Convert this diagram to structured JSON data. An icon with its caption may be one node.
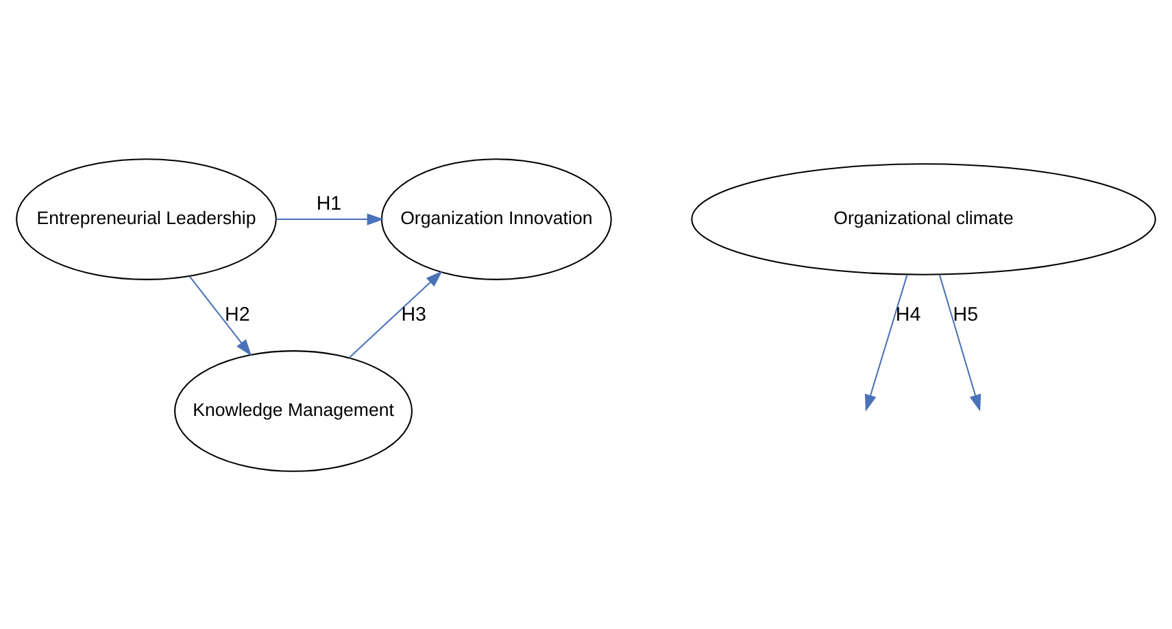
{
  "diagram": {
    "nodes": [
      {
        "text": [
          "Entrepreneurial Leadership"
        ]
      },
      {
        "text": [
          "Organization Innovation"
        ]
      },
      {
        "text": [
          "Knowledge Management"
        ]
      },
      {
        "text": [
          "Organizational climate"
        ]
      }
    ],
    "edges": [
      {
        "from": 0,
        "to": 1,
        "arrow": "to",
        "label": "H1"
      },
      {
        "from": 0,
        "to": 2,
        "arrow": "to",
        "label": "H2"
      },
      {
        "from": 2,
        "to": 1,
        "arrow": "to",
        "label": "H3"
      },
      {
        "from": 3,
        "to": null,
        "arrow": "to",
        "label": "H4"
      },
      {
        "from": 3,
        "to": null,
        "arrow": "to",
        "label": "H5"
      }
    ]
  }
}
